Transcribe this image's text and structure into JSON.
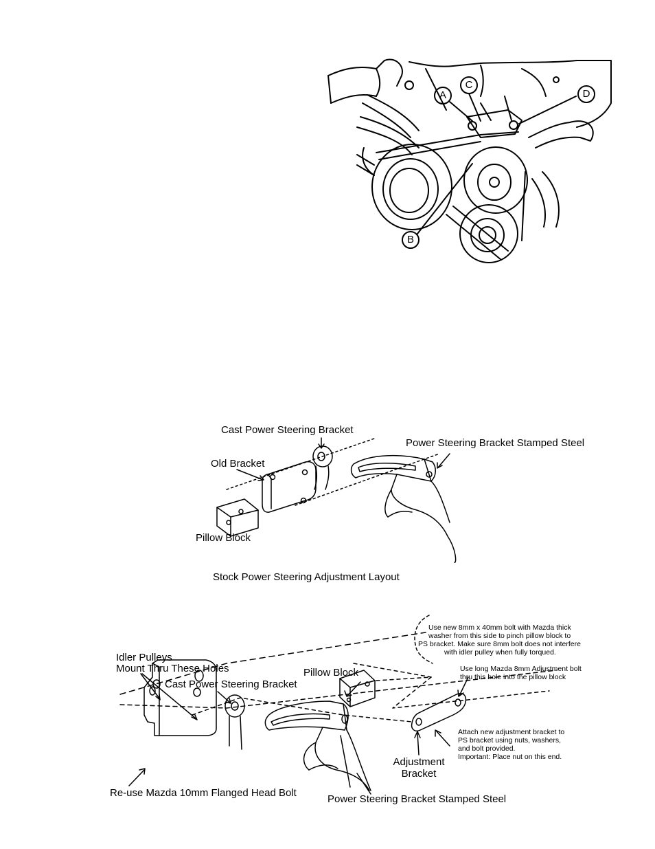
{
  "top_figure": {
    "callouts": [
      "A",
      "B",
      "C",
      "D"
    ]
  },
  "diagram_stock": {
    "labels": {
      "cast_bracket": "Cast Power Steering Bracket",
      "stamped_steel": "Power Steering Bracket Stamped Steel",
      "old_bracket": "Old Bracket",
      "pillow_block": "Pillow Block"
    },
    "caption": "Stock Power Steering Adjustment Layout"
  },
  "diagram_new": {
    "labels": {
      "idler_line1": "Idler Pulleys",
      "idler_line2": "Mount Thru These Holes",
      "cast_bracket": "Cast Power Steering Bracket",
      "pillow_block": "Pillow Block",
      "reuse_bolt": "Re-use Mazda 10mm Flanged Head Bolt",
      "stamped_steel": "Power Steering Bracket Stamped Steel",
      "adjust_line1": "Adjustment",
      "adjust_line2": "Bracket"
    },
    "notes": {
      "bolt_note": [
        "Use new 8mm x 40mm bolt with Mazda thick",
        "washer from this side to pinch pillow block to",
        "PS bracket. Make sure 8mm bolt does not interfere",
        "with idler pulley when fully torqued."
      ],
      "adjust_bolt_note": [
        "Use long Mazda 8mm Adjustment bolt",
        "thru this hole into the pillow block"
      ],
      "attach_note": [
        "Attach new adjustment bracket to",
        "PS bracket using nuts, washers,",
        "and bolt provided.",
        "Important: Place nut on this end."
      ]
    }
  }
}
